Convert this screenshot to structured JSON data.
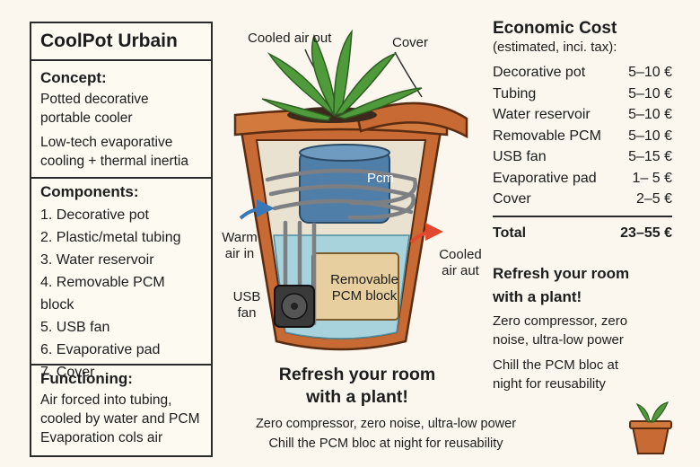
{
  "brand": "CoolPot Urbain",
  "concept": {
    "heading": "Concept:",
    "line1": "Potted decorative",
    "line2": "portable cooler",
    "line3": "Low-tech evaporative",
    "line4": "cooling + thermal inertia"
  },
  "components": {
    "heading": "Components:",
    "items": [
      "1. Decorative pot",
      "2. Plastic/metal tubing",
      "3. Water reservoir",
      "4. Removable PCM block",
      "5. USB fan",
      "6. Evaporative pad",
      "7. Cover"
    ]
  },
  "functioning": {
    "heading": "Functioning:",
    "line1": "Air forced into tubing,",
    "line2": "cooled by water and PCM",
    "line3": "Evaporation cols air"
  },
  "diagram": {
    "cooled_air_out": "Cooled air out",
    "cover": "Cover",
    "pcm": "Pcm",
    "warm_air_1": "Warm",
    "warm_air_2": "air in",
    "cooled_air_1": "Cooled",
    "cooled_air_2": "air aut",
    "removable_1": "Removable",
    "removable_2": "PCM block",
    "usb_1": "USB",
    "usb_2": "fan"
  },
  "slogan": {
    "line1": "Refresh your room",
    "line2": "with a plant!",
    "sub1": "Zero compressor, zero noise, ultra-low power",
    "sub2": "Chill the PCM bloc at night for reusability"
  },
  "cost": {
    "title": "Economic Cost",
    "note": "(estimated, inci. tax):",
    "rows": [
      {
        "item": "Decorative pot",
        "price": "5–10 €"
      },
      {
        "item": "Tubing",
        "price": "5–10 €"
      },
      {
        "item": "Water reservoir",
        "price": "5–10 €"
      },
      {
        "item": "Removable PCM",
        "price": "5–10 €"
      },
      {
        "item": "USB fan",
        "price": "5–15 €"
      },
      {
        "item": "Evaporative pad",
        "price": "1– 5 €"
      },
      {
        "item": "Cover",
        "price": "2–5 €"
      }
    ],
    "total_label": "Total",
    "total_value": "23–55 €"
  },
  "right_slogan": {
    "line1": "Refresh your room",
    "line2": "with a plant!",
    "p1_1": "Zero compressor, zero",
    "p1_2": "noise, ultra-low power",
    "p2_1": "Chill the PCM bloc at",
    "p2_2": "night for reusability"
  },
  "colors": {
    "terracotta": "#c86a33",
    "water": "#a9d3dc",
    "pcm_blue": "#4f7fa8",
    "leaf": "#4f9a3a",
    "arrow_blue": "#3a78b5",
    "arrow_red": "#e0492e"
  }
}
